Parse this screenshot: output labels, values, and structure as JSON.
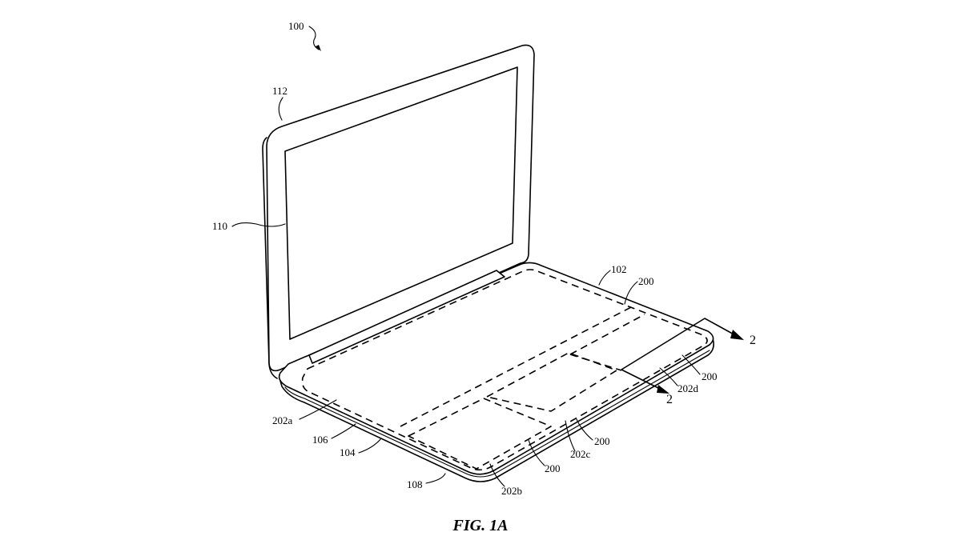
{
  "labels": {
    "ref_100": "100",
    "ref_112": "112",
    "ref_110": "110",
    "ref_102": "102",
    "ref_200_top": "200",
    "ref_2_top": "2",
    "ref_200_right": "200",
    "ref_202d": "202d",
    "ref_2_bottom": "2",
    "ref_200_mid": "200",
    "ref_202c": "202c",
    "ref_200_low": "200",
    "ref_202b": "202b",
    "ref_202a": "202a",
    "ref_106": "106",
    "ref_104": "104",
    "ref_108": "108"
  },
  "caption": "FIG. 1A"
}
